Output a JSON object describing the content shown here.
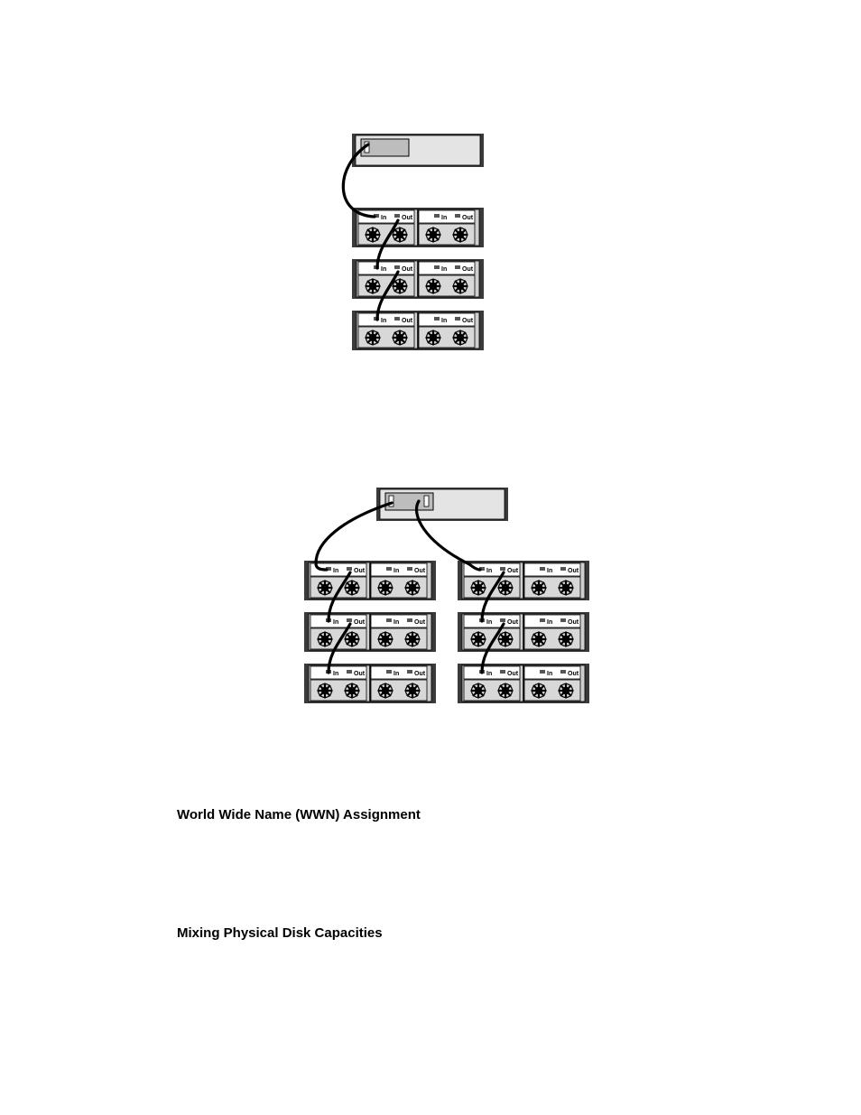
{
  "figures": [
    {
      "name": "single-chain-cabling-figure",
      "port_labels": {
        "in": "In",
        "out": "Out"
      },
      "enclosure_count": 3
    },
    {
      "name": "dual-chain-cabling-figure",
      "port_labels": {
        "in": "In",
        "out": "Out"
      },
      "enclosure_count": 6
    }
  ],
  "sections": {
    "wwn_heading": "World Wide Name (WWN) Assignment",
    "mixing_heading": "Mixing Physical Disk Capacities"
  }
}
